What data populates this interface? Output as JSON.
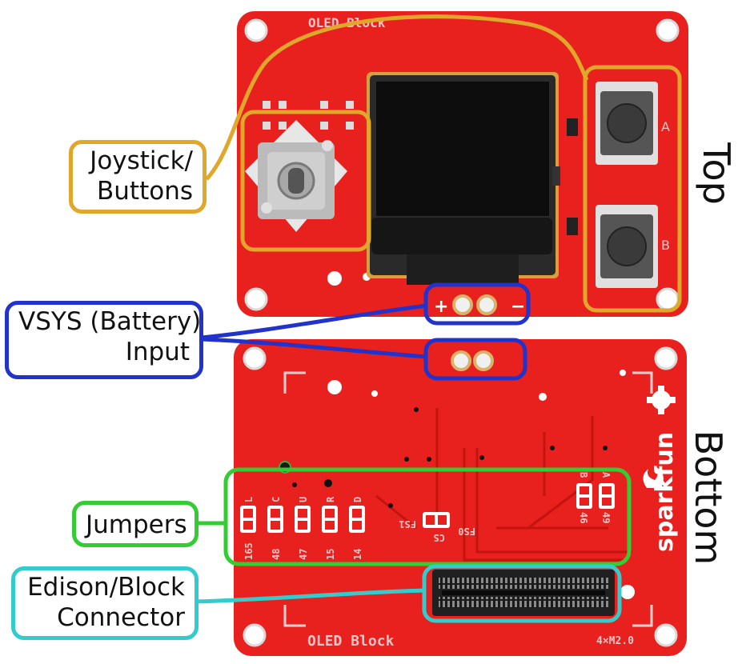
{
  "labels": {
    "joystick": [
      "Joystick/",
      "Buttons"
    ],
    "vsys": [
      "VSYS (Battery)",
      "Input"
    ],
    "jumpers": "Jumpers",
    "connector": [
      "Edison/Block",
      "Connector"
    ],
    "top": "Top",
    "bottom": "Bottom"
  },
  "board_top": {
    "silk_title": "OLED Block",
    "btn_a": "A",
    "btn_b": "B",
    "plus": "+",
    "minus": "−"
  },
  "board_bottom": {
    "silk_title": "OLED Block",
    "version": "4×M2.0",
    "brand": "sparkfun",
    "jumper_numbers": [
      "165",
      "48",
      "47",
      "15",
      "14"
    ],
    "jumper_letters": [
      "L",
      "C",
      "U",
      "R",
      "D"
    ],
    "ab_numbers": [
      "46",
      "49"
    ],
    "ab_letters": [
      "B",
      "A"
    ],
    "fs1": "FS1",
    "fs0": "FS0",
    "cs": "CS"
  },
  "colors": {
    "pcb": "#e8201e",
    "pcb_dark": "#b8120f",
    "joystick": "#e0a72a",
    "vsys": "#2233cc",
    "jumpers": "#33cc33",
    "connector": "#33cccc"
  }
}
